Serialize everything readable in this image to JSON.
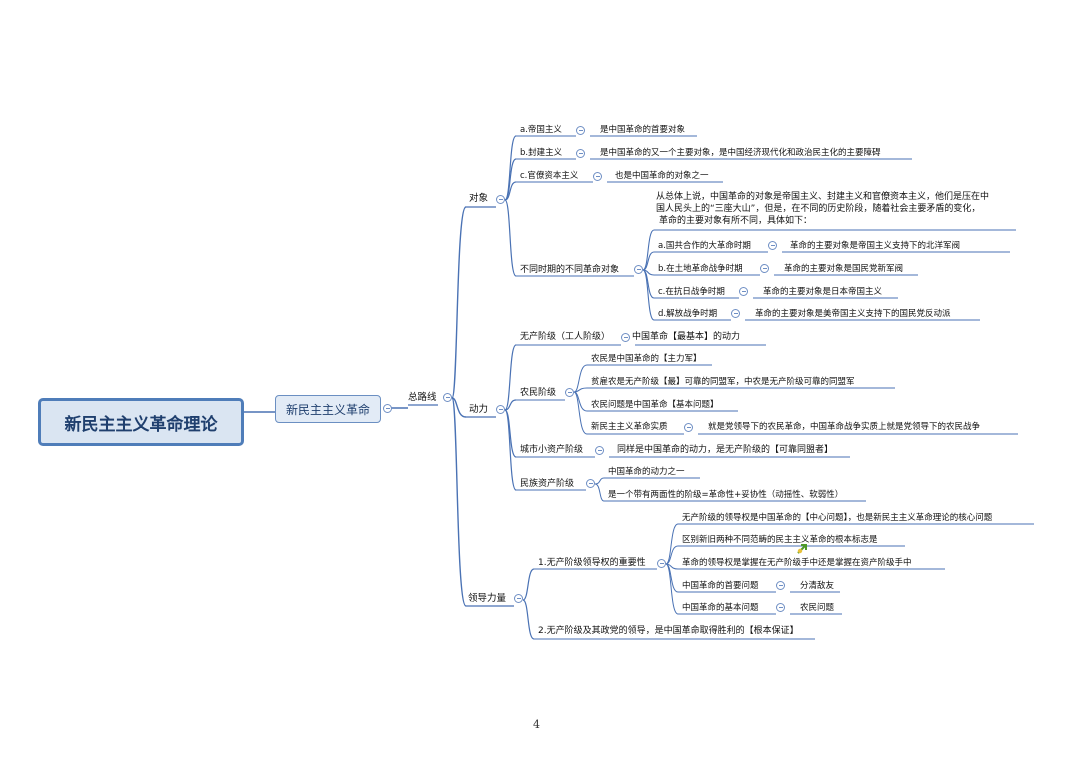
{
  "root": "新民主主义革命理论",
  "main": "新民主主义革命",
  "general_line": "总路线",
  "targets": {
    "label": "对象",
    "items": [
      {
        "name": "a.帝国主义",
        "desc": "是中国革命的首要对象"
      },
      {
        "name": "b.封建主义",
        "desc": "是中国革命的又一个主要对象，是中国经济现代化和政治民主化的主要障碍"
      },
      {
        "name": "c.官僚资本主义",
        "desc": "也是中国革命的对象之一"
      }
    ],
    "periods": {
      "label": "不同时期的不同革命对象",
      "intro": [
        "从总体上说，中国革命的对象是帝国主义、封建主义和官僚资本主义，他们是压在中",
        "国人民头上的“三座大山”，但是，在不同的历史阶段，随着社会主要矛盾的变化，",
        "革命的主要对象有所不同，具体如下："
      ],
      "items": [
        {
          "name": "a.国共合作的大革命时期",
          "desc": "革命的主要对象是帝国主义支持下的北洋军阀"
        },
        {
          "name": "b.在土地革命战争时期",
          "desc": "革命的主要对象是国民党新军阀"
        },
        {
          "name": "c.在抗日战争时期",
          "desc": "革命的主要对象是日本帝国主义"
        },
        {
          "name": "d.解放战争时期",
          "desc": "革命的主要对象是美帝国主义支持下的国民党反动派"
        }
      ]
    }
  },
  "forces": {
    "label": "动力",
    "proletariat": {
      "name": "无产阶级（工人阶级）",
      "desc": "中国革命【最基本】的动力"
    },
    "peasants": {
      "name": "农民阶级",
      "items": [
        "农民是中国革命的【主力军】",
        "贫雇农是无产阶级【最】可靠的同盟军，中农是无产阶级可靠的同盟军",
        "农民问题是中国革命【基本问题】"
      ],
      "essence": {
        "name": "新民主主义革命实质",
        "desc": "就是党领导下的农民革命，中国革命战争实质上就是党领导下的农民战争"
      }
    },
    "petty": {
      "name": "城市小资产阶级",
      "desc": "同样是中国革命的动力，是无产阶级的【可靠同盟者】"
    },
    "national": {
      "name": "民族资产阶级",
      "items": [
        "中国革命的动力之一",
        "是一个带有两面性的阶级=革命性+妥协性（动摇性、软弱性）"
      ]
    }
  },
  "leadership": {
    "label": "领导力量",
    "importance": {
      "name": "1.无产阶级领导权的重要性",
      "items": [
        "无产阶级的领导权是中国革命的【中心问题】，也是新民主主义革命理论的核心问题",
        "区别新旧两种不同范畴的民主主义革命的根本标志是",
        "革命的领导权是掌握在无产阶级手中还是掌握在资产阶级手中"
      ],
      "primary": {
        "name": "中国革命的首要问题",
        "desc": "分清敌友"
      },
      "basic": {
        "name": "中国革命的基本问题",
        "desc": "农民问题"
      }
    },
    "guarantee": "2.无产阶级及其政党的领导，是中国革命取得胜利的【根本保证】"
  },
  "page_number": "4",
  "colors": {
    "line": "#4a72b4",
    "root_border": "#4f7db9",
    "root_fill": "#dae5f2",
    "main_fill": "#e2ebf6",
    "cursor": "#4f9a2a"
  }
}
